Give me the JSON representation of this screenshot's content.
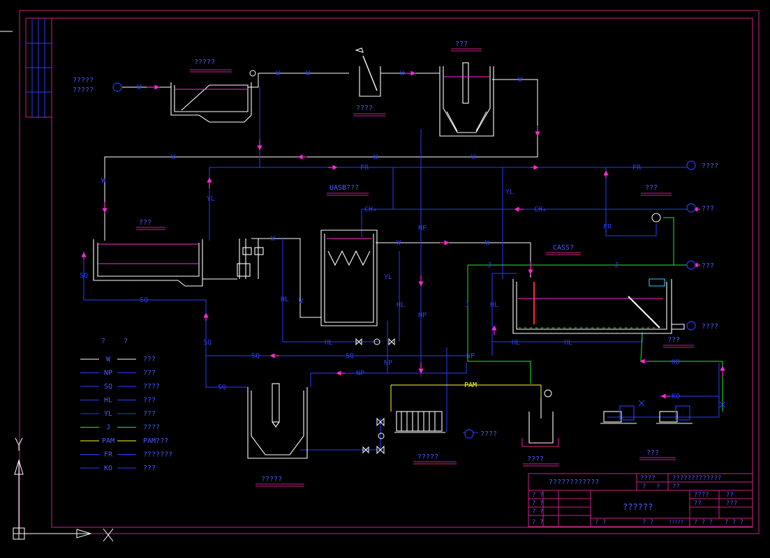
{
  "colors": {
    "background": "#000000",
    "frame": "#d0208a",
    "water": "#ffffff",
    "pipe_blue": "#2a3cff",
    "flow_arrow": "#ff2bd6",
    "air": "#22ee22",
    "pam": "#ffff33",
    "equipment": "#ffffff",
    "label": "#4a5cff"
  },
  "inlet": {
    "line1": "?????",
    "line2": "?????"
  },
  "units": {
    "grit": "?????",
    "screen": "????",
    "sedimentation": "???",
    "uasb": "UASB???",
    "equalization": "???",
    "cass": "CASS?",
    "cass_tank": "???",
    "dewatering": "?????",
    "sludge_thickener": "?????",
    "pam_dosing": "????",
    "blower": "???",
    "cake_out": "????"
  },
  "outlets": {
    "fr": "????",
    "ch4": "???",
    "air_out": "???",
    "effluent": "????"
  },
  "pipe_labels": {
    "w": "W",
    "fr": "FR",
    "yl": "YL",
    "hl": "HL",
    "np": "NP",
    "sq": "SQ",
    "ch4": "CH₄",
    "pam": "PAM",
    "ko": "KO",
    "j": "J"
  },
  "legend": {
    "title_left": "?",
    "title_right": "?",
    "rows": [
      {
        "code": "W",
        "desc": "???",
        "color": "#ffffff"
      },
      {
        "code": "NP",
        "desc": "???",
        "color": "#2a3cff"
      },
      {
        "code": "SQ",
        "desc": "????",
        "color": "#2a3cff"
      },
      {
        "code": "HL",
        "desc": "???",
        "color": "#2a3cff"
      },
      {
        "code": "YL",
        "desc": "???",
        "color": "#2a3cff"
      },
      {
        "code": "J",
        "desc": "????",
        "color": "#22ee22"
      },
      {
        "code": "PAM",
        "desc": "PAM???",
        "color": "#ffff33"
      },
      {
        "code": "FR",
        "desc": "???????",
        "color": "#2a3cff"
      },
      {
        "code": "KO",
        "desc": "???",
        "color": "#2a3cff"
      }
    ]
  },
  "title_block": {
    "project": "????????????",
    "field_a": "????",
    "field_b": "?????????????",
    "sub_a": "?",
    "sub_b": "?",
    "sub_c": "??",
    "drawing_name": "??????",
    "left_col": [
      "?  ?",
      "?  ?",
      "?  ?",
      "?  ?"
    ],
    "right_top_a": "????",
    "right_top_b": "??",
    "right_mid_a": "??",
    "right_mid_b": "???",
    "bottom_a": "?  ?",
    "bottom_b": "?  ?",
    "bottom_c": "?????",
    "bottom_d": "?  ?  ?",
    "bottom_e": "?  ?  ?"
  },
  "ucs": {
    "y": "Y",
    "x": "X"
  }
}
